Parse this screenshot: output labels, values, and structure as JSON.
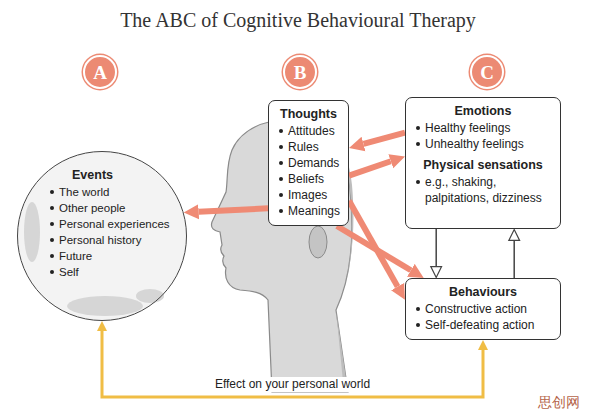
{
  "diagram": {
    "title": "The ABC of Cognitive Behavioural Therapy",
    "nodes": [
      {
        "text": [
          "A"
        ]
      },
      {
        "text": [
          "B"
        ]
      },
      {
        "text": [
          "C"
        ]
      },
      {
        "text": [
          "Events",
          "The world",
          "Other people",
          "Personal experiences",
          "Personal history",
          "Future",
          "Self"
        ]
      },
      {
        "text": [
          "Thoughts",
          "Attitudes",
          "Rules",
          "Demands",
          "Beliefs",
          "Images",
          "Meanings"
        ]
      },
      {
        "text": [
          "Emotions",
          "Healthy feelings",
          "Unhealthy feelings",
          "Physical sensations",
          "e.g., shaking, palpitations, dizziness"
        ]
      },
      {
        "text": [
          "Behaviours",
          "Constructive action",
          "Self-defeating action"
        ]
      }
    ],
    "edges": [
      {
        "from": 4,
        "to": 3,
        "arrow": "to"
      },
      {
        "from": 5,
        "to": 4,
        "arrow": "to"
      },
      {
        "from": 4,
        "to": 5,
        "arrow": "to"
      },
      {
        "from": 4,
        "to": 6,
        "arrow": "to"
      },
      {
        "from": 4,
        "to": 6,
        "arrow": "to"
      },
      {
        "from": 5,
        "to": 6,
        "arrow": "to"
      },
      {
        "from": 6,
        "to": 5,
        "arrow": "to"
      },
      {
        "from": 3,
        "to": 6,
        "label": "Effect on your personal world",
        "arrow": "both"
      }
    ],
    "labels": [
      "思创网"
    ]
  }
}
